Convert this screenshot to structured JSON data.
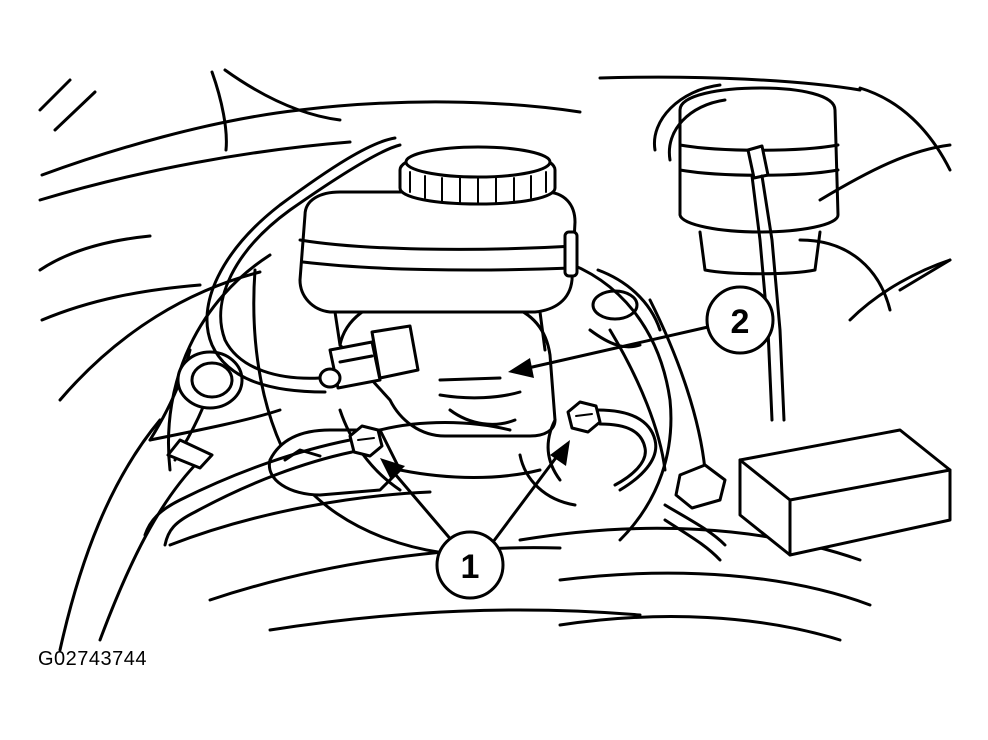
{
  "figure_id": "G02743744",
  "callouts": [
    {
      "label": "1"
    },
    {
      "label": "2"
    }
  ],
  "colors": {
    "line": "#000000",
    "background": "#ffffff"
  }
}
